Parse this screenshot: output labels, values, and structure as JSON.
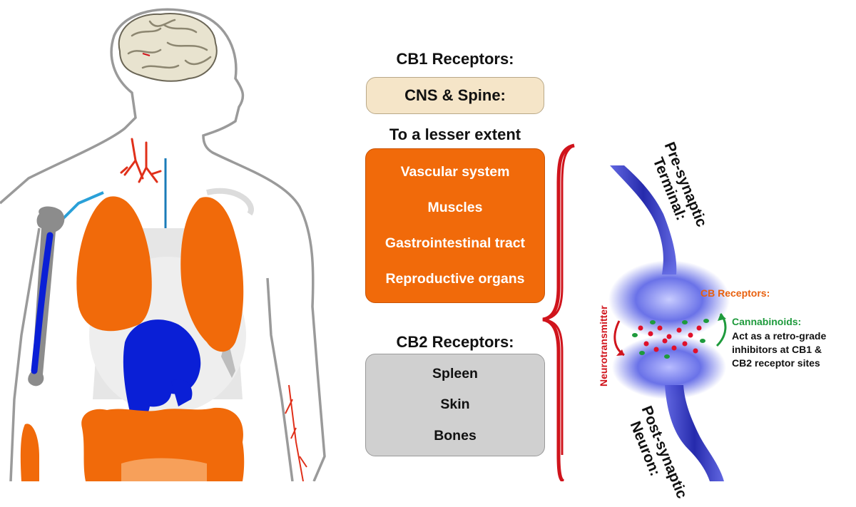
{
  "cb1": {
    "title": "CB1 Receptors:",
    "primary": "CNS & Spine:",
    "secondary_title": "To a lesser extent",
    "items": [
      "Vascular system",
      "Muscles",
      "Gastrointestinal tract",
      "Reproductive organs"
    ]
  },
  "cb2": {
    "title": "CB2 Receptors:",
    "items": [
      "Spleen",
      "Skin",
      "Bones"
    ]
  },
  "synapse": {
    "pre_line1": "Pre-synaptic",
    "pre_line2": "Terminal:",
    "post_line1": "Post-synaptic",
    "post_line2": "Neuron:",
    "neurotransmitter": "Neurotransmitter",
    "cb_receptors": "CB Receptors:",
    "cannabinoids": "Cannabinoids:",
    "description_lines": [
      "Act as a retro-grade",
      "inhibitors at CB1 &",
      "CB2 receptor sites"
    ]
  },
  "colors": {
    "orange": "#f16a0a",
    "cns_beige": "#f5e5c8",
    "cb2_gray": "#d0d0d0",
    "liver_blue": "#0a1fd6",
    "brace_red": "#d0141c",
    "cb_receptor_label": "#e8600e",
    "cannabinoid_green": "#1e9a3c",
    "neurotransmitter_red": "#d0141c"
  }
}
